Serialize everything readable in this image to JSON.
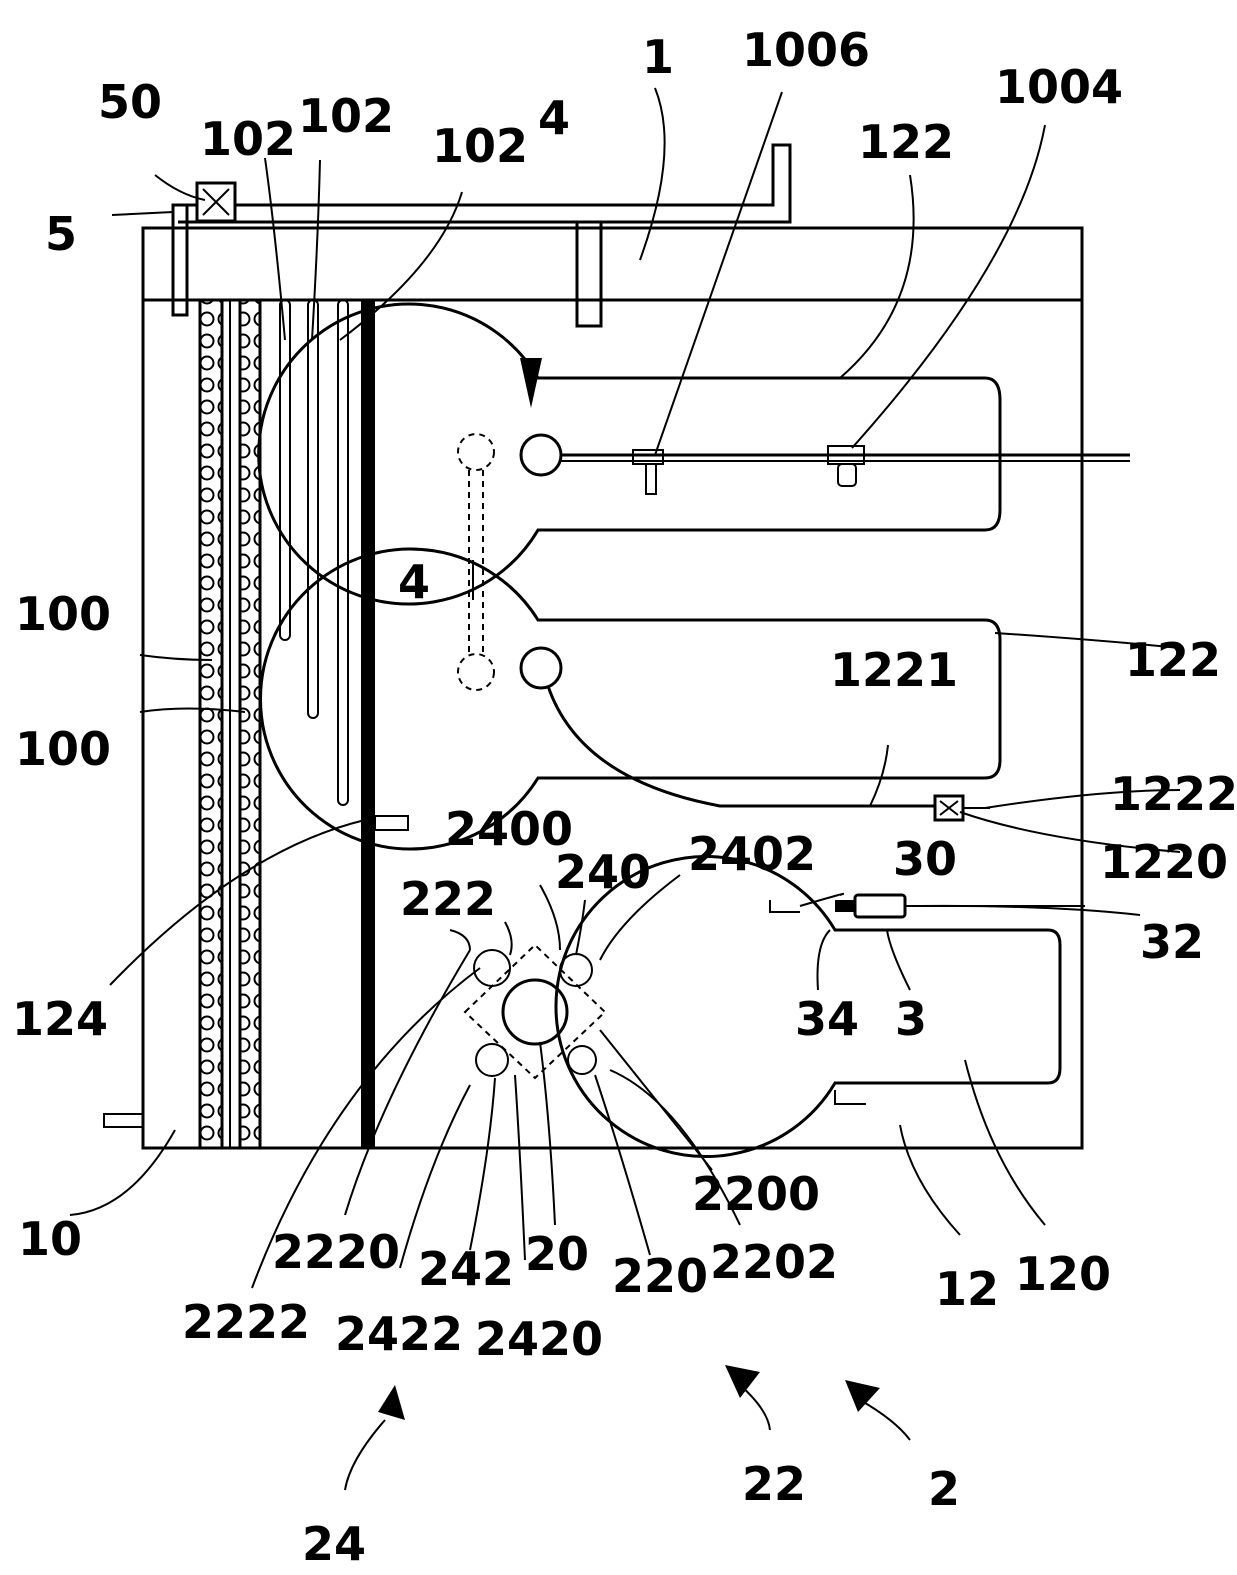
{
  "labels": [
    {
      "id": "50",
      "text": "50"
    },
    {
      "id": "5",
      "text": "5"
    },
    {
      "id": "102a",
      "text": "102"
    },
    {
      "id": "102b",
      "text": "102"
    },
    {
      "id": "102c",
      "text": "102"
    },
    {
      "id": "4a",
      "text": "4"
    },
    {
      "id": "1",
      "text": "1"
    },
    {
      "id": "1006",
      "text": "1006"
    },
    {
      "id": "1004",
      "text": "1004"
    },
    {
      "id": "122a",
      "text": "122"
    },
    {
      "id": "122b",
      "text": "122"
    },
    {
      "id": "4b",
      "text": "4"
    },
    {
      "id": "100a",
      "text": "100"
    },
    {
      "id": "100b",
      "text": "100"
    },
    {
      "id": "1221",
      "text": "1221"
    },
    {
      "id": "1222",
      "text": "1222"
    },
    {
      "id": "1220",
      "text": "1220"
    },
    {
      "id": "2400",
      "text": "2400"
    },
    {
      "id": "240",
      "text": "240"
    },
    {
      "id": "2402",
      "text": "2402"
    },
    {
      "id": "30",
      "text": "30"
    },
    {
      "id": "32",
      "text": "32"
    },
    {
      "id": "222",
      "text": "222"
    },
    {
      "id": "124",
      "text": "124"
    },
    {
      "id": "34",
      "text": "34"
    },
    {
      "id": "3",
      "text": "3"
    },
    {
      "id": "10",
      "text": "10"
    },
    {
      "id": "2200",
      "text": "2200"
    },
    {
      "id": "2220",
      "text": "2220"
    },
    {
      "id": "242",
      "text": "242"
    },
    {
      "id": "20",
      "text": "20"
    },
    {
      "id": "220",
      "text": "220"
    },
    {
      "id": "2202",
      "text": "2202"
    },
    {
      "id": "12",
      "text": "12"
    },
    {
      "id": "120",
      "text": "120"
    },
    {
      "id": "2222",
      "text": "2222"
    },
    {
      "id": "2422",
      "text": "2422"
    },
    {
      "id": "2420",
      "text": "2420"
    },
    {
      "id": "22",
      "text": "22"
    },
    {
      "id": "2",
      "text": "2"
    },
    {
      "id": "24",
      "text": "24"
    }
  ]
}
